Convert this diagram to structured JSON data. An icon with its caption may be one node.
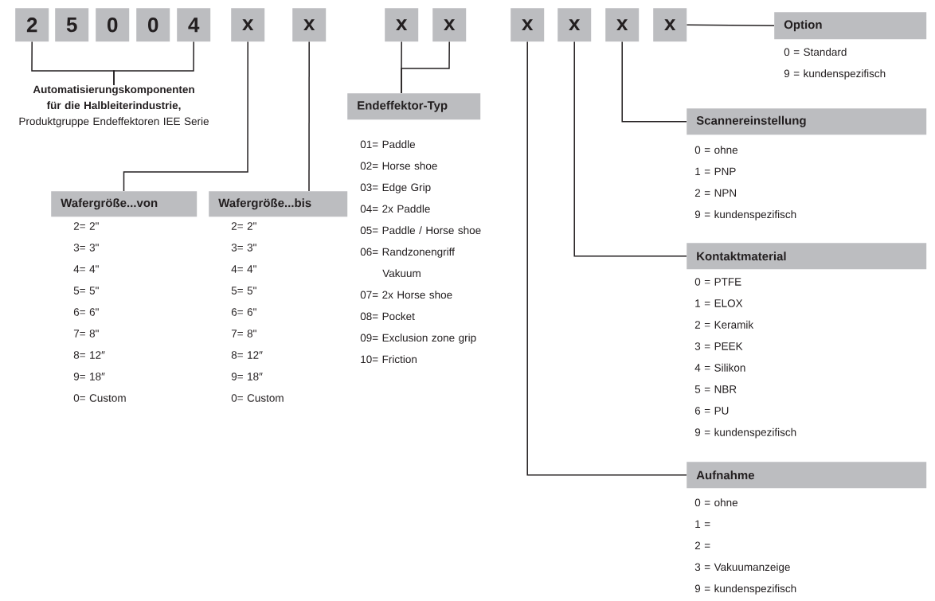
{
  "diagram": {
    "nodes": [
      {
        "text": [
          "2"
        ]
      },
      {
        "text": [
          "5"
        ]
      },
      {
        "text": [
          "0"
        ]
      },
      {
        "text": [
          "0"
        ]
      },
      {
        "text": [
          "4"
        ]
      },
      {
        "text": [
          "x"
        ]
      },
      {
        "text": [
          "x"
        ]
      },
      {
        "text": [
          "x"
        ]
      },
      {
        "text": [
          "x"
        ]
      },
      {
        "text": [
          "x"
        ]
      },
      {
        "text": [
          "x"
        ]
      },
      {
        "text": [
          "x"
        ]
      },
      {
        "text": [
          "x"
        ]
      },
      {
        "text": [
          "Automatisierungskomponenten für die Halbleiterindustrie,",
          "Produktgruppe Endeffektoren IEE Serie"
        ]
      },
      {
        "text": [
          "Wafergröße...von"
        ],
        "beside": [
          "2= 2\"",
          "3= 3\"",
          "4= 4\"",
          "5= 5\"",
          "6= 6\"",
          "7= 8\"",
          "8= 12″",
          "9= 18″",
          "0= Custom"
        ]
      },
      {
        "text": [
          "Wafergröße...bis"
        ],
        "beside": [
          "2= 2\"",
          "3= 3\"",
          "4= 4\"",
          "5= 5\"",
          "6= 6\"",
          "7= 8\"",
          "8= 12″",
          "9= 18″",
          "0= Custom"
        ]
      },
      {
        "text": [
          "Endeffektor-Typ"
        ],
        "beside": [
          "01= Paddle",
          "02= Horse shoe",
          "03= Edge Grip",
          "04= 2x Paddle",
          "05= Paddle / Horse shoe",
          "06= Randzonengriff Vakuum",
          "07= 2x Horse shoe",
          "08= Pocket",
          "09= Exclusion zone grip",
          "10= Friction"
        ]
      },
      {
        "text": [
          "Option"
        ],
        "beside": [
          "0 = Standard",
          "9 = kundenspezifisch"
        ]
      },
      {
        "text": [
          "Scannereinstellung"
        ],
        "beside": [
          "0 = ohne",
          "1 = PNP",
          "2 = NPN",
          "9 = kundenspezifisch"
        ]
      },
      {
        "text": [
          "Kontaktmaterial"
        ],
        "beside": [
          "0 = PTFE",
          "1 = ELOX",
          "2 = Keramik",
          "3 = PEEK",
          "4 = Silikon",
          "5 = NBR",
          "6 = PU",
          "9 = kundenspezifisch"
        ]
      },
      {
        "text": [
          "Aufnahme"
        ],
        "beside": [
          "0 = ohne",
          "1 =",
          "2 =",
          "3 = Vakuumanzeige",
          "9 = kundenspezifisch"
        ]
      }
    ],
    "edges": [
      {
        "from": 0,
        "to": 13,
        "arrow": "none"
      },
      {
        "from": 4,
        "to": 13,
        "arrow": "none"
      },
      {
        "from": 5,
        "to": 14,
        "arrow": "none"
      },
      {
        "from": 6,
        "to": 15,
        "arrow": "none"
      },
      {
        "from": 7,
        "to": 16,
        "arrow": "none"
      },
      {
        "from": 8,
        "to": 16,
        "arrow": "none"
      },
      {
        "from": 12,
        "to": 17,
        "arrow": "none"
      },
      {
        "from": 11,
        "to": 18,
        "arrow": "none"
      },
      {
        "from": 10,
        "to": 19,
        "arrow": "none"
      },
      {
        "from": 9,
        "to": 20,
        "arrow": "none"
      }
    ]
  }
}
